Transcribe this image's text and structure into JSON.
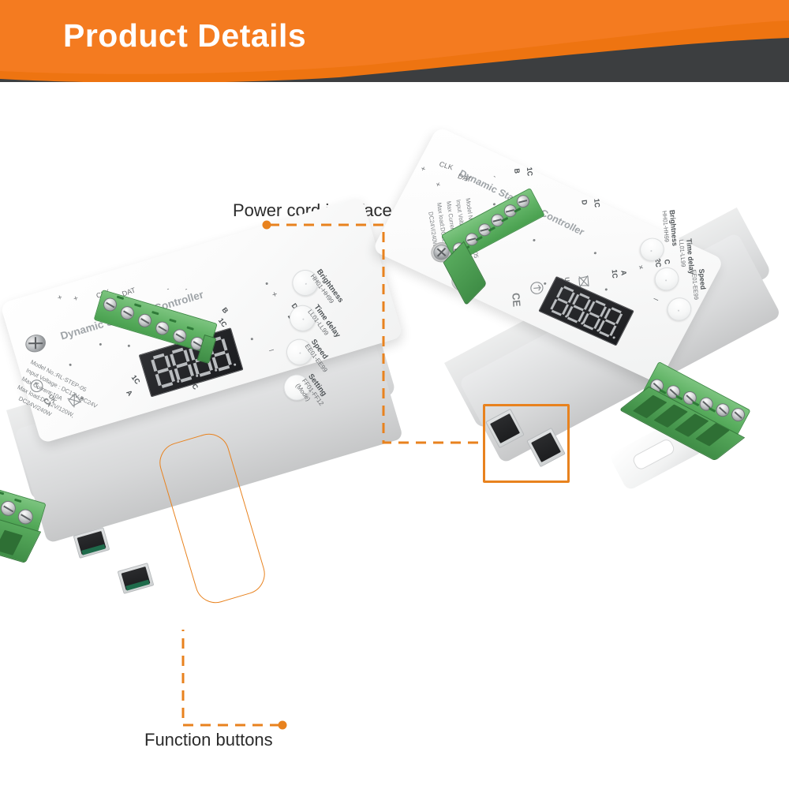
{
  "header": {
    "title": "Product Details",
    "accent_color": "#F47B20",
    "accent_dark_color": "#EE7411",
    "bar_color": "#3C3E40",
    "title_color": "#FFFFFF"
  },
  "annotations": {
    "accent_color": "#E8821E",
    "items": [
      {
        "id": "power-cord",
        "label": "Power cord interface"
      },
      {
        "id": "function-buttons",
        "label": "Function buttons"
      }
    ]
  },
  "devices": [
    {
      "id": "left-controller",
      "brand_text": "Dynamic Staircase Controller",
      "display": {
        "digits": 4,
        "value": "",
        "state": "off"
      },
      "specs": [
        "Model No.:RL-STEP-05",
        "Input Voltage : DC12V-DC24V",
        "Max Current:10A",
        "Max load:DC12V/120W,",
        "DC24V/240W"
      ],
      "button_labels": [
        {
          "name": "Brightness",
          "range": "HH01-HH99"
        },
        {
          "name": "Time delay",
          "range": "LL01-LL99"
        },
        {
          "name": "Speed",
          "range": "EE01-EE99"
        },
        {
          "name": "Setting",
          "range": "FF01-FF12",
          "note": "(Mode)"
        }
      ],
      "terminal_labels": [
        "CLK",
        "DAT",
        "+",
        "-"
      ],
      "channel_labels": [
        "B",
        "1C",
        "D",
        "2C",
        "1C",
        "A",
        "2C",
        "C"
      ],
      "polarity_labels": [
        "+",
        "+",
        "-",
        "-"
      ],
      "certs": [
        "UK CA",
        "CE",
        "RoHS",
        "WEEE"
      ],
      "highlight": "function-buttons"
    },
    {
      "id": "right-controller",
      "brand_text": "Dynamic Staircase Controller",
      "display": {
        "digits": 4,
        "value": "",
        "state": "off"
      },
      "specs": [
        "Model No.:RL-STEP-05",
        "Input Voltage : DC12V-DC24V",
        "Max Current:10A",
        "Max load:DC12V/120W,",
        "DC24V/240W"
      ],
      "button_labels": [
        {
          "name": "Brightness",
          "range": "HH01-HH99"
        },
        {
          "name": "Time delay",
          "range": "LL01-LL99"
        },
        {
          "name": "Speed",
          "range": "EE01-EE99"
        }
      ],
      "terminal_labels": [
        "CLK",
        "DAT",
        "DAT",
        "CLK",
        "+",
        "-"
      ],
      "channel_labels": [
        "D",
        "1C",
        "B",
        "1C",
        "2C",
        "C",
        "1C",
        "A"
      ],
      "polarity_labels": [
        "+",
        "-",
        "+",
        "-"
      ],
      "certs": [
        "UK CA",
        "CE",
        "RoHS",
        "WEEE"
      ],
      "highlight": "power-cord"
    }
  ]
}
